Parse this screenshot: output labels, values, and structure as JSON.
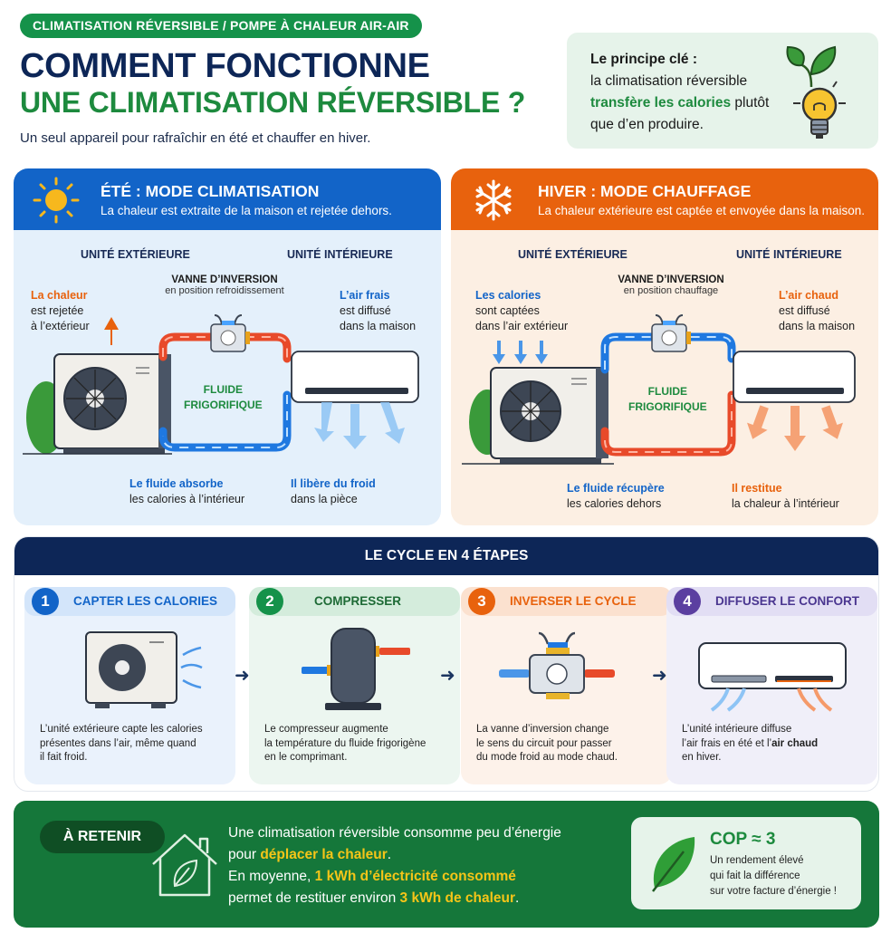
{
  "header": {
    "category_pill": "CLIMATISATION RÉVERSIBLE / POMPE À CHALEUR AIR-AIR",
    "title_line1": "COMMENT FONCTIONNE",
    "title_line2": "UNE CLIMATISATION RÉVERSIBLE ?",
    "subtitle": "Un seul appareil pour rafraîchir en été et chauffer en hiver."
  },
  "principle": {
    "heading": "Le principe clé :",
    "line1": "la climatisation réversible",
    "highlight": "transfère les calories",
    "line2_rest": " plutôt",
    "line3": "que d’en produire.",
    "icons": [
      "leaf-icon",
      "lightbulb-icon"
    ]
  },
  "summer": {
    "title": "ÉTÉ : MODE CLIMATISATION",
    "subtitle": "La chaleur est extraite de la maison et rejetée dehors.",
    "icon": "sun-icon",
    "outdoor_label": "UNITÉ EXTÉRIEURE",
    "indoor_label": "UNITÉ INTÉRIEURE",
    "valve_title": "VANNE D’INVERSION",
    "valve_state": "en position refroidissement",
    "fluid_label_1": "FLUIDE",
    "fluid_label_2": "FRIGORIFIQUE",
    "note_outdoor_title": "La chaleur",
    "note_outdoor_l1": "est rejetée",
    "note_outdoor_l2": "à l’extérieur",
    "note_indoor_title": "L’air frais",
    "note_indoor_l1": "est diffusé",
    "note_indoor_l2": "dans la maison",
    "note_bottom_left_title": "Le fluide absorbe",
    "note_bottom_left_l1": "les calories à l’intérieur",
    "note_bottom_right_title": "Il libère du froid",
    "note_bottom_right_l1": "dans la pièce",
    "color": "#1264c8"
  },
  "winter": {
    "title": "HIVER : MODE CHAUFFAGE",
    "subtitle": "La chaleur extérieure est captée et envoyée dans la maison.",
    "icon": "snowflake-icon",
    "outdoor_label": "UNITÉ EXTÉRIEURE",
    "indoor_label": "UNITÉ INTÉRIEURE",
    "valve_title": "VANNE D’INVERSION",
    "valve_state": "en position chauffage",
    "fluid_label_1": "FLUIDE",
    "fluid_label_2": "FRIGORIFIQUE",
    "note_outdoor_title": "Les calories",
    "note_outdoor_l1": "sont captées",
    "note_outdoor_l2": "dans l’air extérieur",
    "note_indoor_title": "L’air chaud",
    "note_indoor_l1": "est diffusé",
    "note_indoor_l2": "dans la maison",
    "note_bottom_left_title": "Le fluide récupère",
    "note_bottom_left_l1": "les calories dehors",
    "note_bottom_right_title": "Il restitue",
    "note_bottom_right_l1": "la chaleur à l’intérieur",
    "color": "#e8620d"
  },
  "cycle": {
    "title": "LE CYCLE EN 4 ÉTAPES",
    "steps": [
      {
        "num": "1",
        "title": "CAPTER LES CALORIES",
        "l1": "L’unité extérieure capte les calories",
        "l2": "présentes dans l’air, même quand",
        "l3": "il fait froid.",
        "color": "#1264c8",
        "bg": "#eaf2fc",
        "head_bg": "#d3e5fa"
      },
      {
        "num": "2",
        "title": "COMPRESSER",
        "l1": "Le compresseur augmente",
        "l2": "la température du fluide frigorigène",
        "l3": "en le comprimant.",
        "color": "#1d8a3e",
        "bg": "#ecf6f0",
        "head_bg": "#d4ecdc"
      },
      {
        "num": "3",
        "title": "INVERSER LE CYCLE",
        "l1": "La vanne d’inversion change",
        "l2": "le sens du circuit pour passer",
        "l3": "du mode froid au mode chaud.",
        "color": "#e8620d",
        "bg": "#fdf2ea",
        "head_bg": "#fbe1cf"
      },
      {
        "num": "4",
        "title": "DIFFUSER LE CONFORT",
        "l1": "L’unité intérieure diffuse",
        "l2a": "l’air frais en été et l’",
        "l2b": "air chaud",
        "l3": "en hiver.",
        "color": "#5b3fa0",
        "bg": "#f0eff9",
        "head_bg": "#e2def4"
      }
    ]
  },
  "retenir": {
    "badge": "À RETENIR",
    "l1": "Une climatisation réversible consomme peu d’énergie",
    "l2a": "pour ",
    "l2b": "déplacer la chaleur",
    "l2c": ".",
    "l3a": "En moyenne, ",
    "l3b": "1 kWh d’électricité consommé",
    "l4a": "permet de restituer environ ",
    "l4b": "3 kWh de chaleur",
    "l4c": ".",
    "icon": "house-leaf-icon"
  },
  "cop": {
    "title": "COP ≈ 3",
    "l1": "Un rendement élevé",
    "l2": "qui fait la différence",
    "l3": "sur votre facture d’énergie !",
    "icon": "leaf-icon"
  }
}
